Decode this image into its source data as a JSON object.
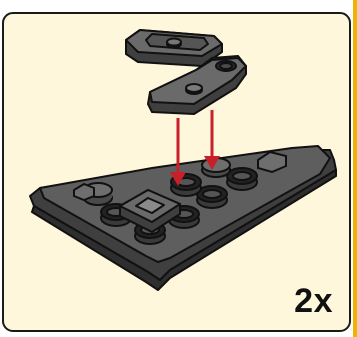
{
  "quantity_label": "2x",
  "colors": {
    "panel_background": "#fff7dc",
    "panel_border": "#1a1a1a",
    "brick_dark_gray": "#5b5b5b",
    "arrow_red": "#c8202b",
    "accent_yellow": "#f0b400"
  },
  "illustration": {
    "icon": "lego-build-step",
    "parts": [
      "wedge-plate",
      "plate-with-clip",
      "plate-with-stud"
    ],
    "arrow_count": 2
  }
}
